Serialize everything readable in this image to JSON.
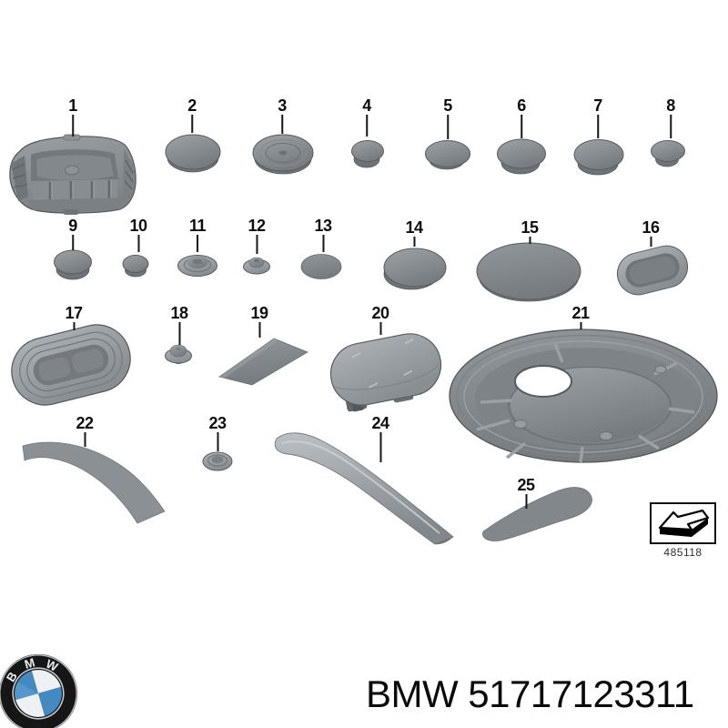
{
  "page": {
    "background": "#ffffff"
  },
  "diagram": {
    "callouts": [
      "1",
      "2",
      "3",
      "4",
      "5",
      "6",
      "7",
      "8",
      "9",
      "10",
      "11",
      "12",
      "13",
      "14",
      "15",
      "16",
      "17",
      "18",
      "19",
      "20",
      "21",
      "22",
      "23",
      "24",
      "25"
    ],
    "ref_code": "485118"
  },
  "brand": {
    "logo_text": "BMW",
    "logo_letters": [
      "B",
      "M",
      "W"
    ],
    "roundel_blue": "#4489c2",
    "roundel_black": "#161616"
  },
  "footer": {
    "part_text": "BMW 51717123311"
  },
  "palette": {
    "part_gray": "#8d9296",
    "part_gray_dark": "#6e7377",
    "outline": "#595d61",
    "callout_black": "#161616"
  }
}
